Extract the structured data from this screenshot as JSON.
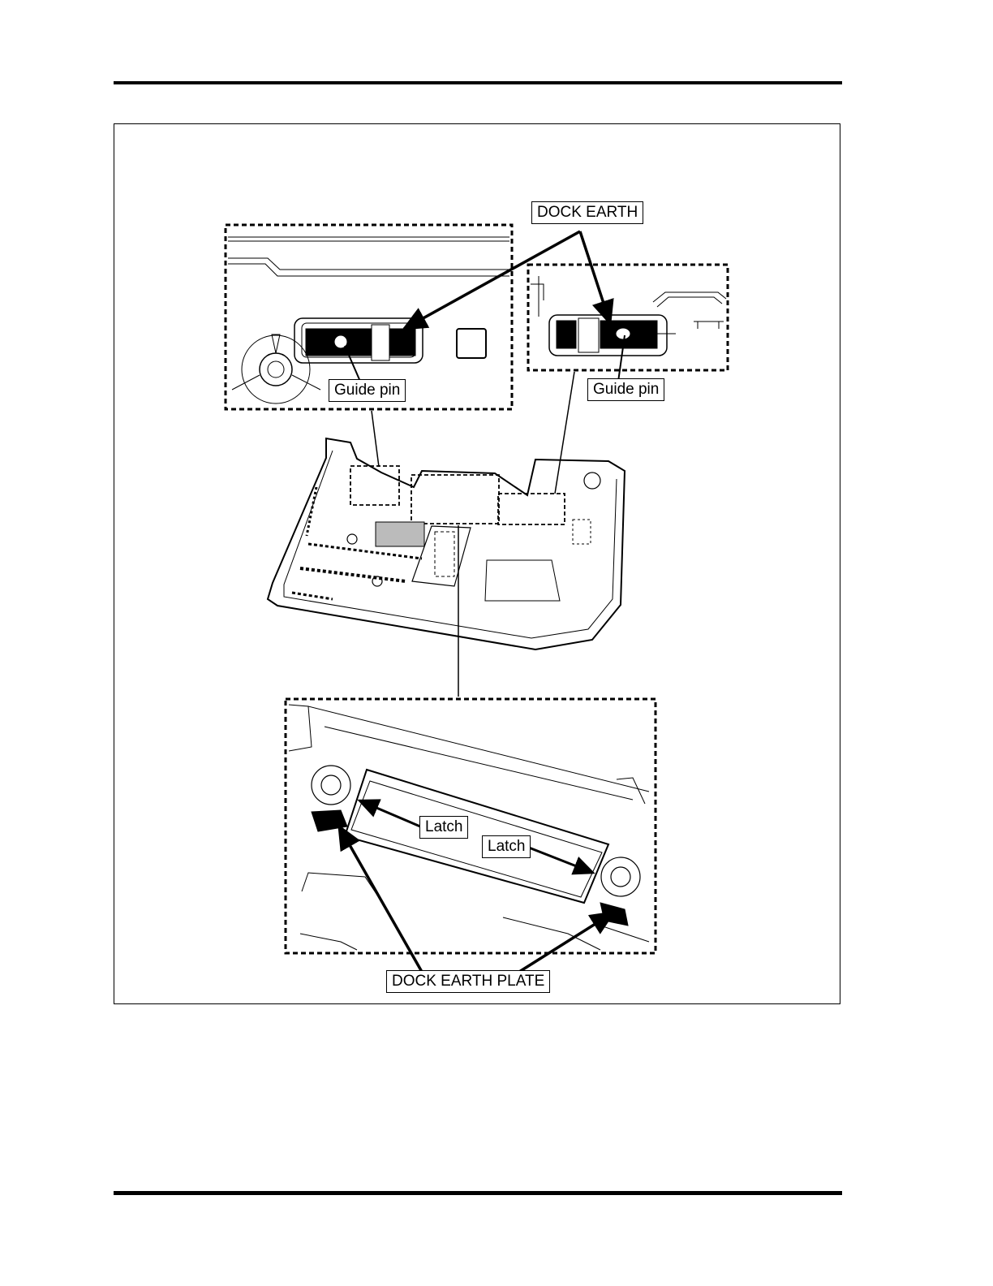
{
  "figure": {
    "callouts": {
      "dock_earth": "DOCK EARTH",
      "guide_pin_left": "Guide pin",
      "guide_pin_right": "Guide pin",
      "latch_left": "Latch",
      "latch_right": "Latch",
      "dock_earth_plate": "DOCK EARTH PLATE"
    }
  }
}
